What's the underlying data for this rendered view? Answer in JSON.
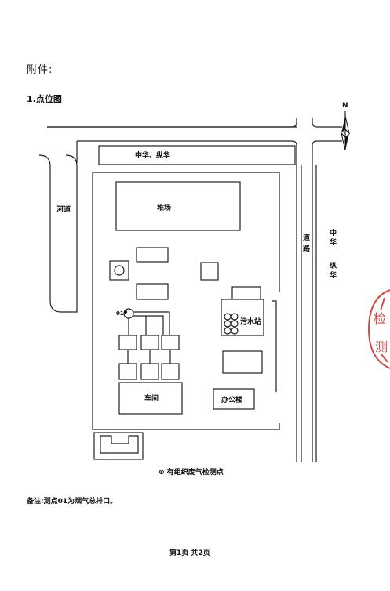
{
  "attachment_label": "附件:",
  "section_title": "1.点位图",
  "compass": {
    "north": "N"
  },
  "roads": {
    "top": "中华、纵华",
    "river": "河道",
    "road_vertical": "道路",
    "road_right_1": "中华",
    "road_right_2": "纵华"
  },
  "facility": {
    "yard": "堆场",
    "sewage_station": "污水站",
    "workshop": "车间",
    "office": "办公楼",
    "point_01": "01"
  },
  "legend": {
    "symbol": "⊗",
    "text": "有组织废气检测点"
  },
  "note": "备注:测点01为烟气总排口。",
  "page_footer": "第1页 共2页",
  "stamp_text": "检测"
}
